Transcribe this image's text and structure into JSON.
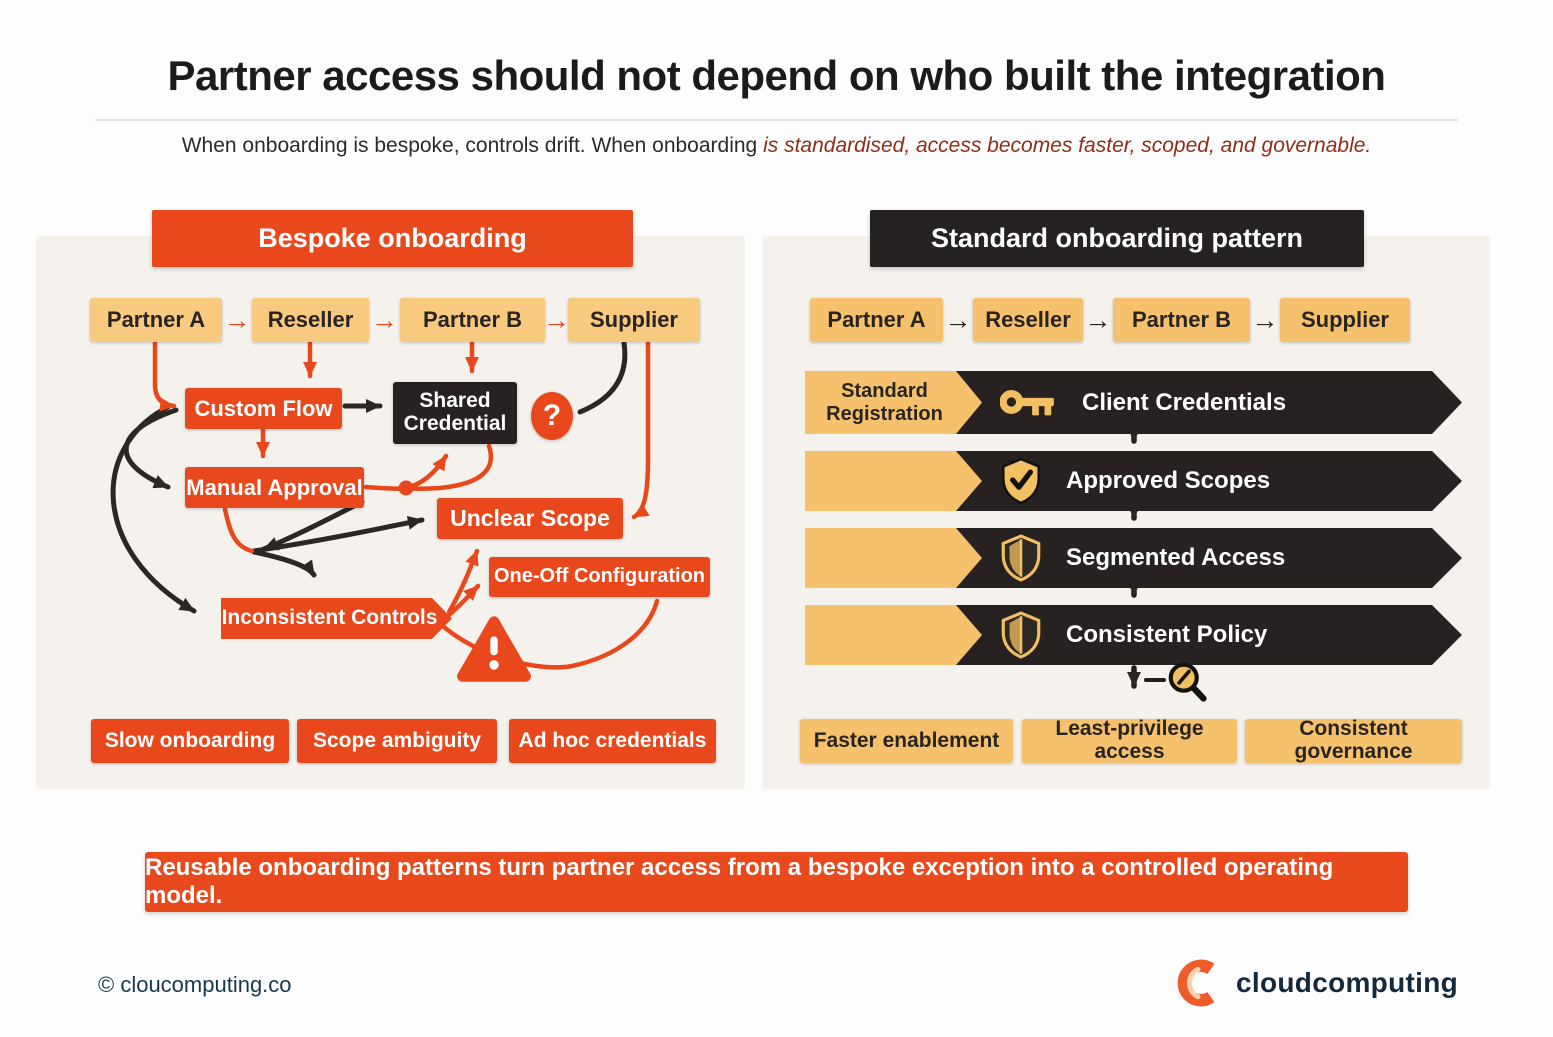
{
  "header": {
    "title": "Partner access should not depend on who built the integration",
    "subtitle_plain": "When onboarding is bespoke, controls drift. When onboarding",
    "subtitle_emphasis": " is standardised, access becomes faster, scoped, and governable."
  },
  "left_panel": {
    "title": "Bespoke onboarding",
    "chain": [
      "Partner A",
      "Reseller",
      "Partner B",
      "Supplier"
    ],
    "chain_arrow": "→",
    "nodes": {
      "custom_flow": "Custom Flow",
      "shared_credential": "Shared Credential",
      "manual_approval": "Manual Approval",
      "unclear_scope": "Unclear Scope",
      "one_off_configuration": "One-Off Configuration",
      "inconsistent_controls": "Inconsistent Controls",
      "question_badge": "?"
    },
    "outcomes": [
      "Slow onboarding",
      "Scope ambiguity",
      "Ad hoc credentials"
    ]
  },
  "right_panel": {
    "title": "Standard onboarding pattern",
    "chain": [
      "Partner A",
      "Reseller",
      "Partner B",
      "Supplier"
    ],
    "chain_arrow": "→",
    "steps": [
      {
        "side_label": "Standard Registration",
        "label": "Client Credentials",
        "icon": "key-icon"
      },
      {
        "side_label": "",
        "label": "Approved Scopes",
        "icon": "shield-check-icon"
      },
      {
        "side_label": "",
        "label": "Segmented Access",
        "icon": "shield-icon"
      },
      {
        "side_label": "",
        "label": "Consistent Policy",
        "icon": "shield-icon"
      }
    ],
    "outcomes": [
      "Faster enablement",
      "Least-privilege access",
      "Consistent governance"
    ]
  },
  "banner": "Reusable onboarding patterns turn partner access from a bespoke exception into a controlled operating model.",
  "footer": {
    "copyright": "© cloucomputing.co",
    "brand": "cloudcomputing"
  },
  "colors": {
    "orange": "#e8481c",
    "amber": "#f5c16c",
    "tan": "#f7ca80",
    "dark": "#272221",
    "maroon": "#8e2e18",
    "navy": "#16394e",
    "panel_bg": "#f5f2ee"
  }
}
